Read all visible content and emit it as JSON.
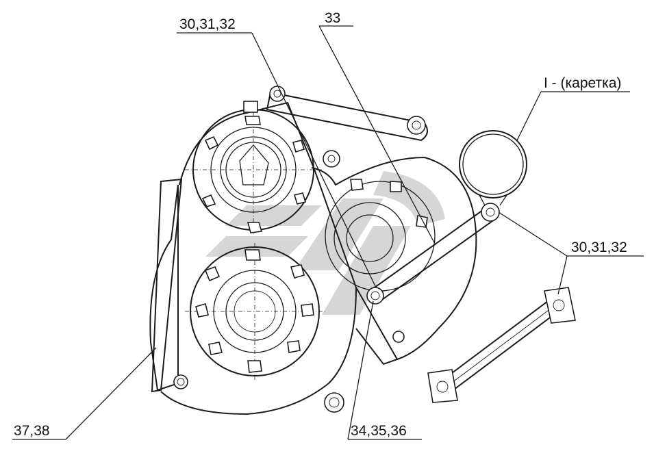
{
  "callouts": {
    "c1": "30,31,32",
    "c2": "33",
    "c3": "I - (каретка)",
    "c4": "30,31,32",
    "c5": "37,38",
    "c6": "34,35,36"
  },
  "colors": {
    "line": "#1a1a1a",
    "watermark": "#c8c8c8",
    "background": "#ffffff"
  }
}
